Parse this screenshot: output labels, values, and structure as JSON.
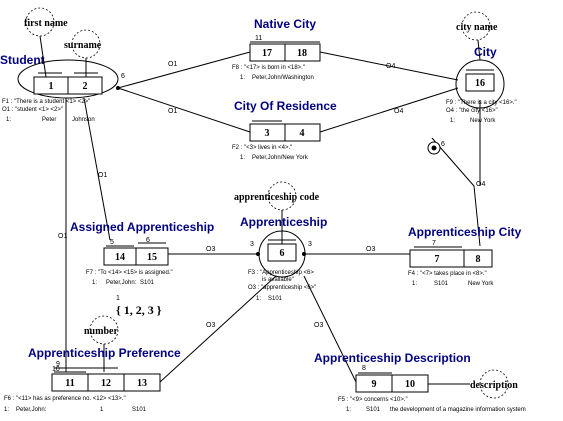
{
  "entities": {
    "student": {
      "title": "Student",
      "roles": [
        "1",
        "2"
      ],
      "fact1": "F1 : \"There is a student <1> <2>\"",
      "fact2": "O1 : \"student <1> <2>\"",
      "pop": [
        "1:",
        "Peter",
        "Johnson"
      ]
    },
    "native_city": {
      "title": "Native City",
      "roles": [
        "17",
        "18"
      ],
      "uniq": "11",
      "fact": "F8 : \"<17> is born in <18>.\"",
      "pop": [
        "1:",
        "Peter,John/Washington"
      ]
    },
    "city": {
      "title": "City",
      "roles": [
        "16"
      ],
      "fact1": "F9 : \"There is a city <16>.\"",
      "fact2": "O4 : \"the city <16>\"",
      "pop": [
        "1:",
        "New York"
      ]
    },
    "city_of_residence": {
      "title": "City Of Residence",
      "roles": [
        "3",
        "4"
      ],
      "fact": "F2 : \"<3> lives in <4>.\"",
      "pop": [
        "1:",
        "Peter,John/New York"
      ]
    },
    "assigned_apprenticeship": {
      "title": "Assigned Apprenticeship",
      "roles": [
        "14",
        "15"
      ],
      "uniq_left": "5",
      "uniq_right": "6",
      "fact": "F7 : \"To <14> <15> is assigned.\"",
      "pop": [
        "1:",
        "Peter,John:",
        "S101"
      ]
    },
    "apprenticeship": {
      "title": "Apprenticeship",
      "roles": [
        "6"
      ],
      "fact1": "F3 : \"Apprenticeship <6>",
      "fact1b": "is available\"",
      "fact2": "O3 : \"apprenticeship <6>\"",
      "pop": [
        "1:",
        "S101"
      ]
    },
    "apprenticeship_city": {
      "title": "Apprenticeship City",
      "roles": [
        "7",
        "8"
      ],
      "uniq": "7",
      "fact": "F4 : \"<7> takes place in <8>.\"",
      "pop": [
        "1:",
        "S101",
        "New York"
      ]
    },
    "apprenticeship_preference": {
      "title": "Apprenticeship Preference",
      "roles": [
        "11",
        "12",
        "13"
      ],
      "uniq_a": "9",
      "uniq_b": "10",
      "fact": "F6 : \"<11> has as preference no. <12> <13>.\"",
      "pop": [
        "1:",
        "Peter,John:",
        "1",
        "S101"
      ]
    },
    "apprenticeship_description": {
      "title": "Apprenticeship Description",
      "roles": [
        "9",
        "10"
      ],
      "uniq": "8",
      "fact": "F5 : \"<9> concerns <10>.\"",
      "pop": [
        "1:",
        "S101",
        "the development of a magazine information system"
      ]
    }
  },
  "placeholders": {
    "first_name": "first name",
    "surname": "surname",
    "city_name": "city name",
    "apprenticeship_code": "apprenticeship code",
    "number": "number",
    "description": "description"
  },
  "value_constraint": "{ 1, 2, 3 }",
  "value_constraint_num": "1",
  "edges": {
    "o1_native": "O1",
    "o4_native": "O4",
    "o1_residence": "O1",
    "o4_residence": "O4",
    "o1_assigned": "O1",
    "o1_pref": "O1",
    "o3_assigned": "O3",
    "o3_city": "O3",
    "o4_appcity": "O4",
    "o3_pref": "O3",
    "o3_desc": "O3"
  },
  "markers": {
    "student_num": "6",
    "appr_left": "3",
    "appr_right": "3",
    "city_num": "6"
  }
}
